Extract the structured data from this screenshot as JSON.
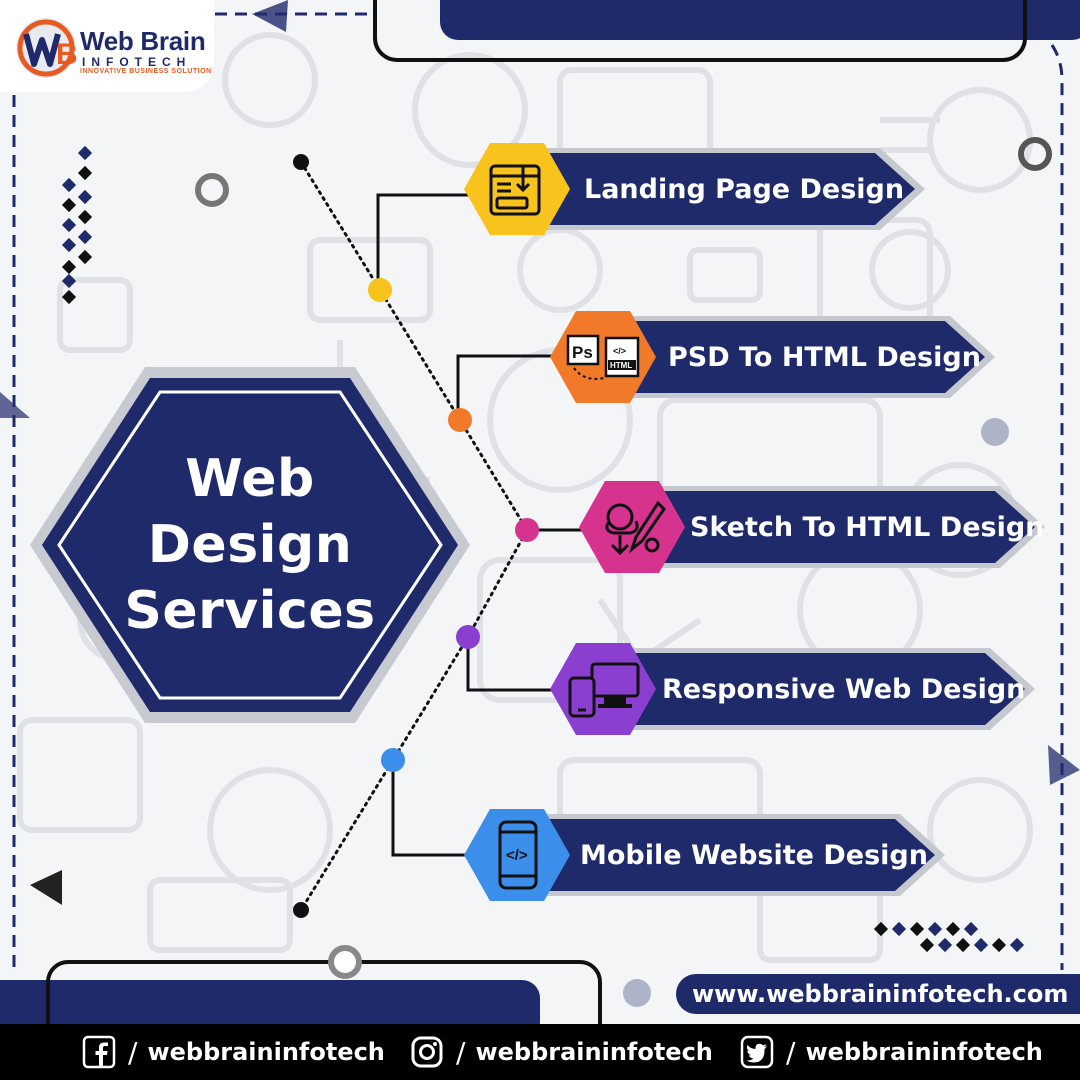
{
  "brand": {
    "name": "Web Brain",
    "sub": "INFOTECH",
    "tagline": "INNOVATIVE BUSINESS SOLUTION"
  },
  "title": {
    "line1": "Web",
    "line2": "Design",
    "line3": "Services"
  },
  "services": [
    {
      "label": "Landing Page Design",
      "icon": "landing-page-icon",
      "color": "#f8c31c"
    },
    {
      "label": "PSD To HTML Design",
      "icon": "psd-html-icon",
      "color": "#f07a2a"
    },
    {
      "label": "Sketch To HTML Design",
      "icon": "sketch-html-icon",
      "color": "#d6338f"
    },
    {
      "label": "Responsive Web Design",
      "icon": "responsive-icon",
      "color": "#8a3fd1"
    },
    {
      "label": "Mobile Website Design",
      "icon": "mobile-icon",
      "color": "#3b8fea"
    }
  ],
  "website": "www.webbraininfotech.com",
  "social": [
    {
      "network": "facebook-icon",
      "slash": "/",
      "handle": "webbraininfotech"
    },
    {
      "network": "instagram-icon",
      "slash": "/",
      "handle": "webbraininfotech"
    },
    {
      "network": "twitter-icon",
      "slash": "/",
      "handle": "webbraininfotech"
    }
  ],
  "colors": {
    "navy": "#1f2a6b",
    "background": "#f4f5f7",
    "footer": "#000000"
  }
}
